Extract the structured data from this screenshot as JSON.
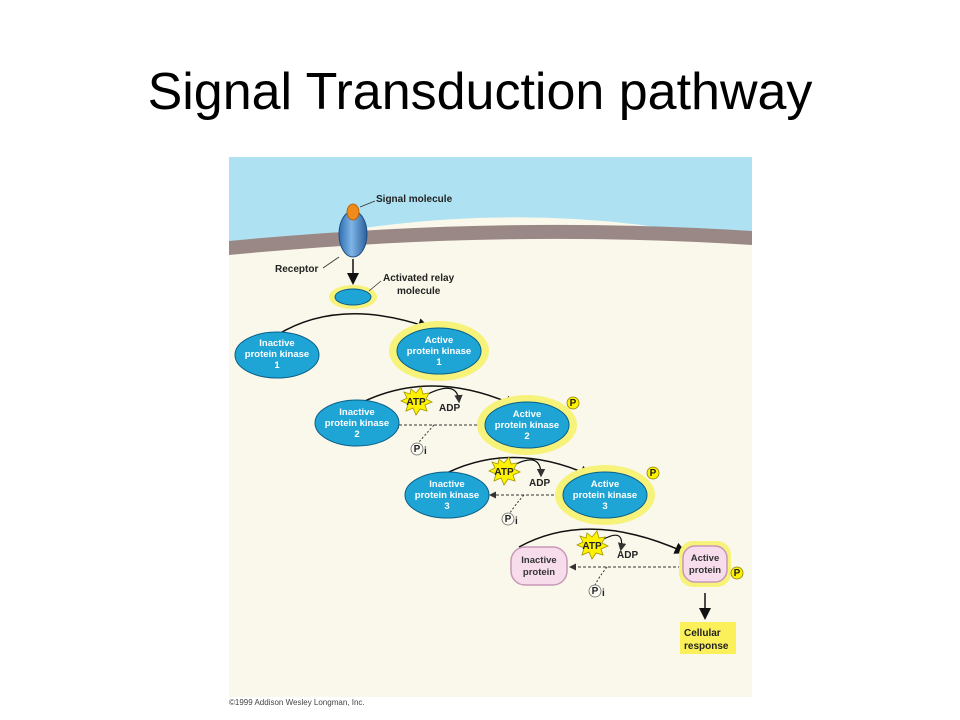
{
  "slide": {
    "title": "Signal Transduction pathway",
    "copyright": "©1999 Addison Wesley Longman, Inc."
  },
  "diagram": {
    "labels": {
      "signal_molecule": "Signal molecule",
      "receptor": "Receptor",
      "relay_line1": "Activated relay",
      "relay_line2": "molecule",
      "cellular_line1": "Cellular",
      "cellular_line2": "response"
    },
    "kinases": {
      "inactive1": [
        "Inactive",
        "protein kinase",
        "1"
      ],
      "active1": [
        "Active",
        "protein kinase",
        "1"
      ],
      "inactive2": [
        "Inactive",
        "protein kinase",
        "2"
      ],
      "active2": [
        "Active",
        "protein kinase",
        "2"
      ],
      "inactive3": [
        "Inactive",
        "protein kinase",
        "3"
      ],
      "active3": [
        "Active",
        "protein kinase",
        "3"
      ],
      "inactive_protein": [
        "Inactive",
        "protein"
      ],
      "active_protein": [
        "Active",
        "protein"
      ]
    },
    "atp": "ATP",
    "adp": "ADP",
    "phosphate": "P",
    "pi": "P",
    "pi_sub": "i",
    "colors": {
      "extracellular": "#aee2f2",
      "membrane": "#9a8886",
      "cytoplasm": "#faf8ea",
      "kinase": "#1ea5d6",
      "glow": "#f6f27a",
      "protein_fill": "#f7dcec",
      "protein_stroke": "#c898b8",
      "atp": "#fff200",
      "response": "#fbf05a"
    }
  }
}
